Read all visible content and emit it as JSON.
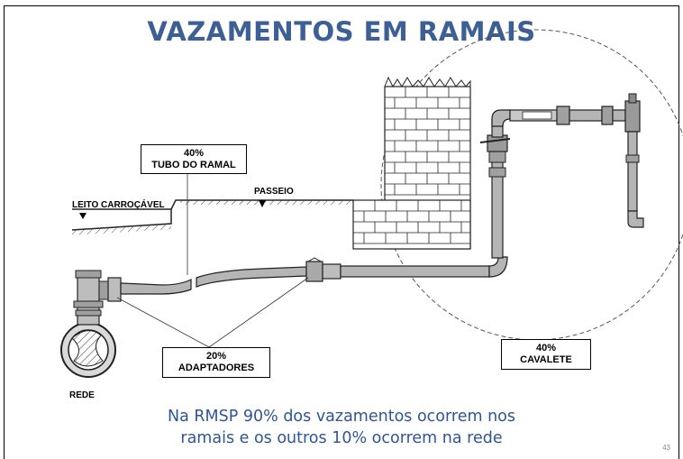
{
  "slide": {
    "title": "VAZAMENTOS EM RAMAIS",
    "page_number": "43"
  },
  "labels": {
    "tubo": {
      "percent": "40%",
      "name": "TUBO DO RAMAL"
    },
    "adaptadores": {
      "percent": "20%",
      "name": "ADAPTADORES"
    },
    "cavalete": {
      "percent": "40%",
      "name": "CAVALETE"
    },
    "passeio": "PASSEIO",
    "leito": "LEITO CARROÇÁVEL",
    "rede": "REDE"
  },
  "footer": {
    "line1": "Na RMSP 90% dos vazamentos ocorrem nos",
    "line2": "ramais e os outros 10% ocorrem na rede"
  },
  "colors": {
    "title": "#3c5f96",
    "footer": "#2f5597",
    "pipe": "#a9a9a9"
  }
}
